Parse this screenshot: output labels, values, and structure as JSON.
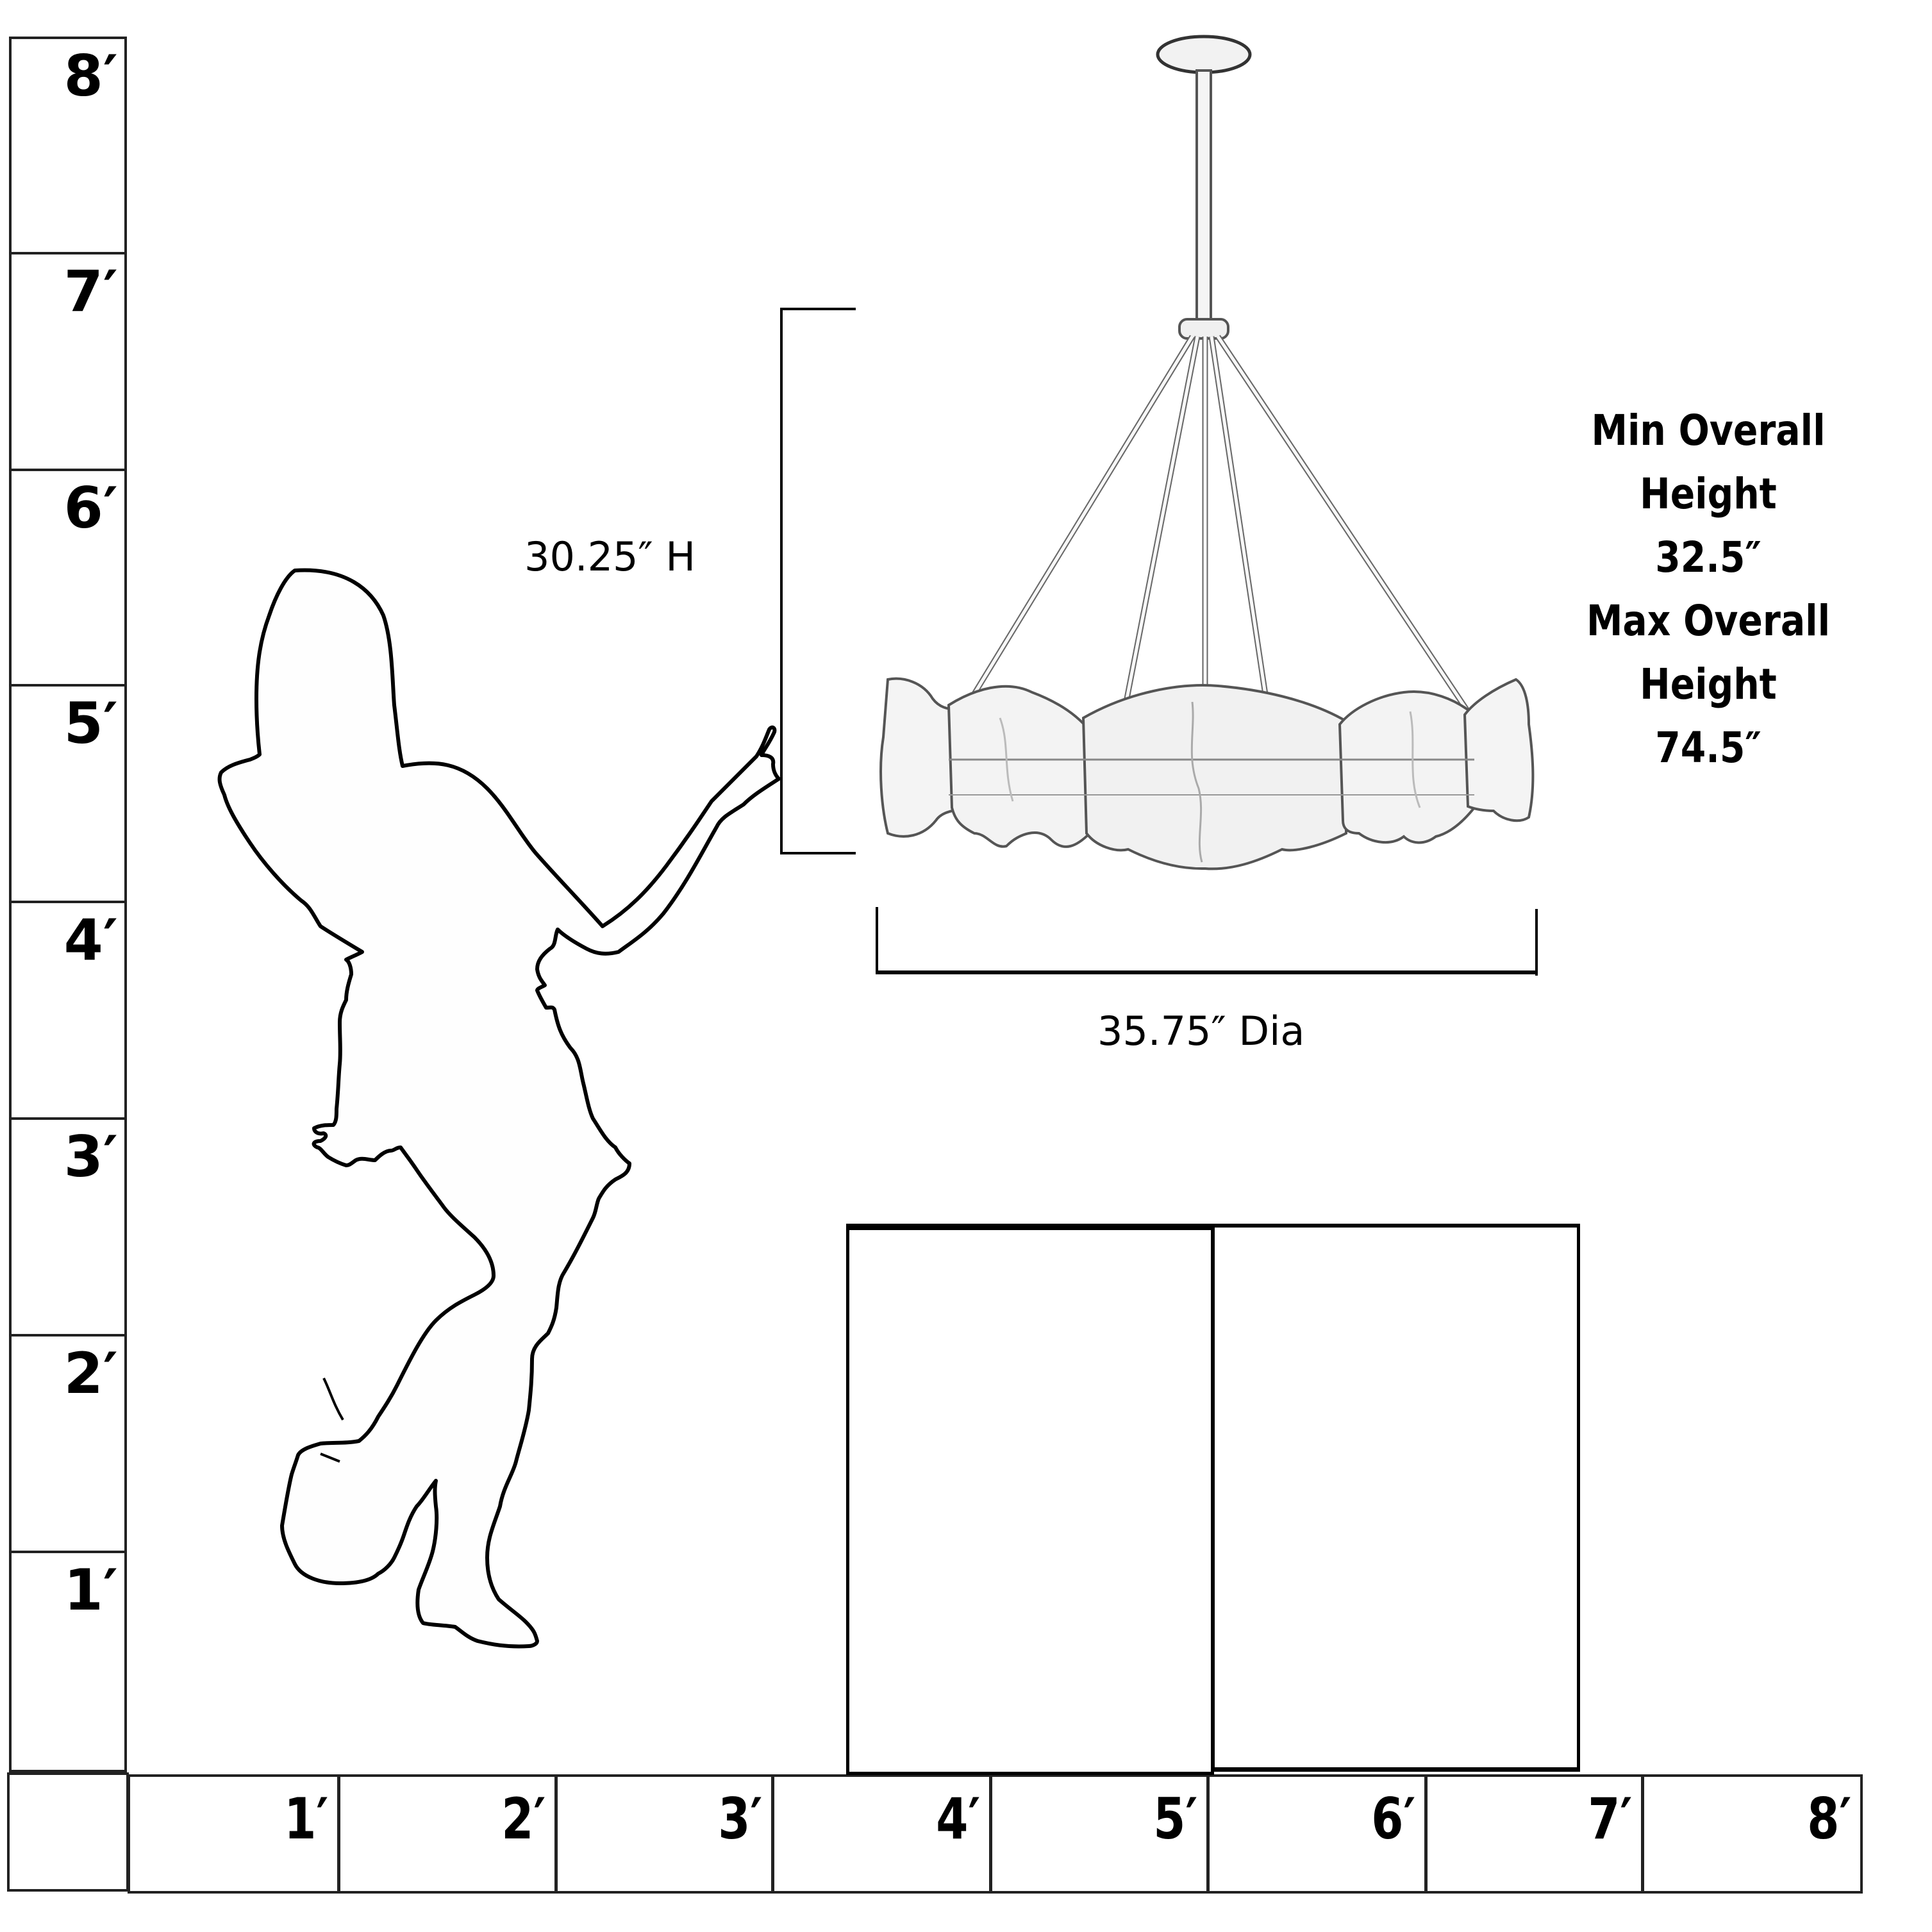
{
  "diagram": {
    "type": "scale-dimension-drawing",
    "subject": "pendant chandelier with wavy glass panels",
    "vertical_ruler": {
      "unit": "feet",
      "labels": [
        "8′",
        "7′",
        "6′",
        "5′",
        "4′",
        "3′",
        "2′",
        "1′"
      ]
    },
    "horizontal_ruler": {
      "unit": "feet",
      "labels": [
        "1′",
        "2′",
        "3′",
        "4′",
        "5′",
        "6′",
        "7′",
        "8′"
      ]
    },
    "dimensions": {
      "height_label": "30.25″ H",
      "diameter_label": "35.75″ Dia"
    },
    "specs": {
      "min_label": "Min Overall Height",
      "min_value": "32.5″",
      "max_label": "Max Overall Height",
      "max_value": "74.5″"
    },
    "figures": {
      "person": "woman-silhouette-pointing",
      "furniture": "two-cabinet-boxes",
      "fixture": "chandelier"
    },
    "colors": {
      "line": "#000000",
      "background": "#ffffff",
      "fixture_stroke": "#555555"
    }
  }
}
